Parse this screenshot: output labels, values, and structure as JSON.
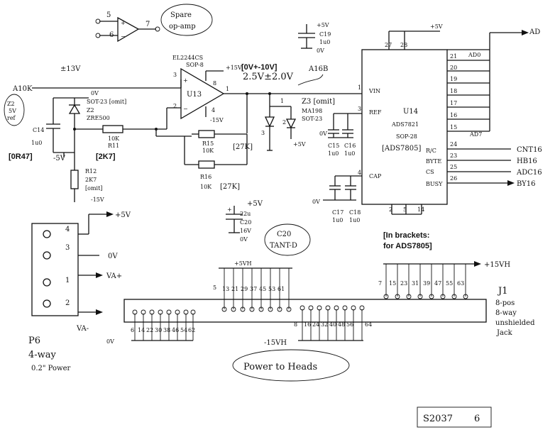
{
  "spare_opamp": {
    "label_line1": "Spare",
    "label_line2": "op-amp",
    "pin5": "5",
    "pin6": "6",
    "pin7": "7"
  },
  "c19": {
    "supply": "+5V",
    "ref": "C19",
    "value": "1u0",
    "gnd": "0V"
  },
  "power_top": {
    "plus5v": "+5V",
    "pin27": "27",
    "pin28": "28",
    "ad_bus": "AD"
  },
  "inputs": {
    "a10k": "A10K",
    "pm13v": "±13V",
    "a16b": "A16B"
  },
  "annotations": {
    "range": "[0V+-10V]",
    "offset": "2.5V±2.0V",
    "r0r47": "[0R47]",
    "r2k7": "[2K7]",
    "brackets_line1": "[In brackets:",
    "brackets_line2": "for ADS7805]"
  },
  "u13": {
    "part": "EL2244CS",
    "package": "SOP-8",
    "ref": "U13",
    "pin3": "3",
    "pin2": "2",
    "pin1": "1",
    "pin8": "8",
    "pin4": "4",
    "plus15": "+15V",
    "minus15": "-15V"
  },
  "z2": {
    "name": "Z2",
    "v": "5V",
    "type": "ref",
    "package": "SOT-23 [omit]",
    "label": "Z2",
    "part": "ZRE500",
    "supply": "0V"
  },
  "c14": {
    "ref": "C14",
    "value": "1u0"
  },
  "neg5": {
    "label": "-5V"
  },
  "r11": {
    "value": "10K",
    "ref": "R11"
  },
  "r12": {
    "ref": "R12",
    "value": "2K7",
    "omit": "[omit]",
    "supply": "-15V"
  },
  "r15": {
    "ref": "R15",
    "value": "10K",
    "alt": "[27K]"
  },
  "r16": {
    "ref": "R16",
    "value": "10K",
    "alt": "[27K]"
  },
  "z3": {
    "ref": "Z3 [omit]",
    "part": "MA198",
    "package": "SOT-23",
    "pin3": "3",
    "pin1": "1",
    "pin2": "2",
    "supply": "+5V",
    "gnd": "0V"
  },
  "c15": {
    "ref": "C15",
    "value": "1u0"
  },
  "c16": {
    "ref": "C16",
    "value": "1u0"
  },
  "c17": {
    "ref": "C17",
    "value": "1u0",
    "gnd": "0V"
  },
  "c18": {
    "ref": "C18",
    "value": "1u0"
  },
  "u14": {
    "ref": "U14",
    "part": "ADS7821",
    "package": "SOP-28",
    "alt": "[ADS7805]",
    "vin": "VIN",
    "ref_pin": "REF",
    "cap": "CAP",
    "pin_vin": "1",
    "pin_ref": "3",
    "pin_cap": "4",
    "bottom_pins": [
      "2",
      "5",
      "14"
    ],
    "right_pins": [
      "21",
      "20",
      "19",
      "18",
      "17",
      "16",
      "15",
      "24",
      "23",
      "25",
      "26"
    ],
    "signals": [
      "R/C",
      "BYTE",
      "CS",
      "BUSY"
    ],
    "bus_ad0": "AD0",
    "bus_ad7": "AD7",
    "out": [
      "CNT16",
      "HB16",
      "ADC16",
      "BY16"
    ]
  },
  "c20": {
    "supply": "+5V",
    "value": "22u",
    "ref": "C20",
    "voltage": "16V",
    "gnd": "0V",
    "note_line1": "C20",
    "note_line2": "TANT-D"
  },
  "p6": {
    "ref": "P6",
    "desc1": "4-way",
    "desc2": "0.2\" Power",
    "pins": [
      "4",
      "3",
      "1",
      "2"
    ],
    "nets": [
      "+5V",
      "0V",
      "VA+",
      "VA-"
    ]
  },
  "j1": {
    "ref": "J1",
    "desc1": "8-pos",
    "desc2": "8-way",
    "desc3": "unshielded",
    "desc4": "Jack",
    "plus5vh": "+5VH",
    "plus15vh": "+15VH",
    "minus15vh": "-15VH",
    "gnd": "0V",
    "top_left_pins": [
      "5",
      "13",
      "21",
      "29",
      "37",
      "45",
      "53",
      "61"
    ],
    "top_right_pins": [
      "7",
      "15",
      "23",
      "31",
      "39",
      "47",
      "55",
      "63"
    ],
    "bottom_left_pins": [
      "6",
      "14",
      "22",
      "30",
      "38",
      "46",
      "54",
      "62"
    ],
    "bottom_right_pins": [
      "8",
      "16",
      "24",
      "32",
      "40",
      "48",
      "56",
      "64"
    ]
  },
  "footer": {
    "note": "Power to Heads",
    "sheet_id": "S2037",
    "sheet_no": "6"
  }
}
